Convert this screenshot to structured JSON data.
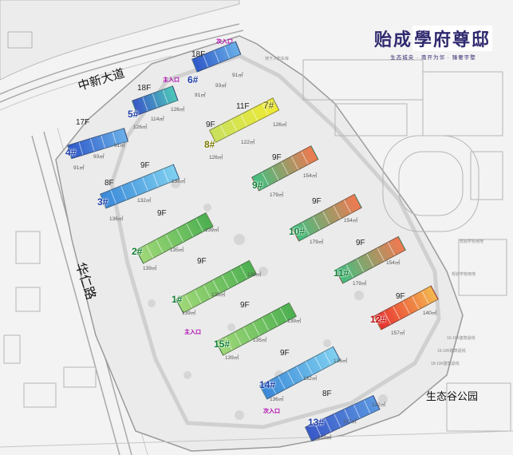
{
  "brand": {
    "title_a": "贻成",
    "title_b": "學府尊邸",
    "subtitle": "生态城央 · 南开为邻 · 臻奢宇墅"
  },
  "roads": {
    "north": "中新大道",
    "west": "华仁路"
  },
  "park": "生态谷公园",
  "entrances": {
    "main_top": "主入口",
    "secondary_top": "次入口",
    "main_bottom": "主入口",
    "secondary_bottom": "次入口"
  },
  "map_notes": {
    "parking_top": "地下人防车库",
    "park_north": "规划学校用地",
    "school_south": "规划学校用地",
    "line_a": "16-18#建筑退线",
    "line_b": "16-18#建筑退线",
    "line_c": "18-19#建筑退线"
  },
  "colors": {
    "blue": "#4a7fd0",
    "cyan": "#58b4e0",
    "teal": "#4cc8b0",
    "green": "#6cc070",
    "light_green": "#a8d87c",
    "yellow": "#e8e040",
    "orange": "#f08050",
    "red": "#e83a3a",
    "label_blue": "#2050c0",
    "label_red": "#c01010"
  },
  "buildings": [
    {
      "id": "6#",
      "floors": "18F",
      "areas": [
        "91㎡",
        "93㎡",
        "91㎡"
      ],
      "gradient": [
        "#2e58c8",
        "#6ab0e8"
      ],
      "label_color": "#1f3fa8"
    },
    {
      "id": "5#",
      "floors": "18F",
      "areas": [
        "126㎡",
        "114㎡",
        "126㎡"
      ],
      "gradient": [
        "#3a58c8",
        "#4cc8b8"
      ],
      "label_color": "#1f3fa8"
    },
    {
      "id": "7#",
      "floors": "11F",
      "areas": [
        "126㎡",
        "122㎡",
        "126㎡"
      ],
      "gradient": [
        "#c8e060",
        "#f0ea30"
      ],
      "label_color": "#7a7a00"
    },
    {
      "id": "8#",
      "floors": "9F",
      "areas": [
        "126㎡"
      ],
      "gradient": [],
      "label_color": "#7a7a00"
    },
    {
      "id": "4#",
      "floors": "17F",
      "areas": [
        "91㎡",
        "93㎡",
        "91㎡"
      ],
      "gradient": [
        "#2e58c8",
        "#6ab0e8"
      ],
      "label_color": "#1f3fa8"
    },
    {
      "id": "9#",
      "floors": "9F",
      "areas": [
        "179㎡",
        "154㎡"
      ],
      "gradient": [
        "#40c080",
        "#f27850"
      ],
      "label_color": "#15803a"
    },
    {
      "id": "3#",
      "floors": "9F",
      "areas": [
        "136㎡",
        "132㎡",
        "136㎡"
      ],
      "gradient": [
        "#3a88d8",
        "#7fd0f0"
      ],
      "label_color": "#1f3fa8"
    },
    {
      "id": "3#b",
      "floors": "8F",
      "areas": [],
      "gradient": [],
      "label_color": "#1f3fa8"
    },
    {
      "id": "10#",
      "floors": "9F",
      "areas": [
        "179㎡",
        "154㎡"
      ],
      "gradient": [
        "#40c080",
        "#f27850"
      ],
      "label_color": "#15803a"
    },
    {
      "id": "2#",
      "floors": "9F",
      "areas": [
        "139㎡",
        "135㎡",
        "139㎡"
      ],
      "gradient": [
        "#a0d878",
        "#4caf50"
      ],
      "label_color": "#15803a"
    },
    {
      "id": "11#",
      "floors": "9F",
      "areas": [
        "179㎡",
        "154㎡"
      ],
      "gradient": [
        "#40c080",
        "#f27850"
      ],
      "label_color": "#15803a"
    },
    {
      "id": "1#",
      "floors": "9F",
      "areas": [
        "139㎡",
        "135㎡",
        "139㎡"
      ],
      "gradient": [
        "#a0d878",
        "#4caf50"
      ],
      "label_color": "#15803a"
    },
    {
      "id": "12#",
      "floors": "9F",
      "areas": [
        "157㎡",
        "140㎡"
      ],
      "gradient": [
        "#e83030",
        "#f4b850"
      ],
      "label_color": "#c01010"
    },
    {
      "id": "15#",
      "floors": "9F",
      "areas": [
        "139㎡",
        "135㎡",
        "139㎡"
      ],
      "gradient": [
        "#a0d878",
        "#4caf50"
      ],
      "label_color": "#15803a"
    },
    {
      "id": "14#",
      "floors": "9F",
      "areas": [
        "136㎡",
        "132㎡",
        "136㎡"
      ],
      "gradient": [
        "#3a88d8",
        "#7fd0f0"
      ],
      "label_color": "#1f3fa8"
    },
    {
      "id": "13#",
      "floors": "8F",
      "areas": [
        "122㎡",
        "117㎡",
        "122㎡"
      ],
      "gradient": [
        "#3a58c8",
        "#5a98e0"
      ],
      "label_color": "#1f3fa8"
    }
  ]
}
